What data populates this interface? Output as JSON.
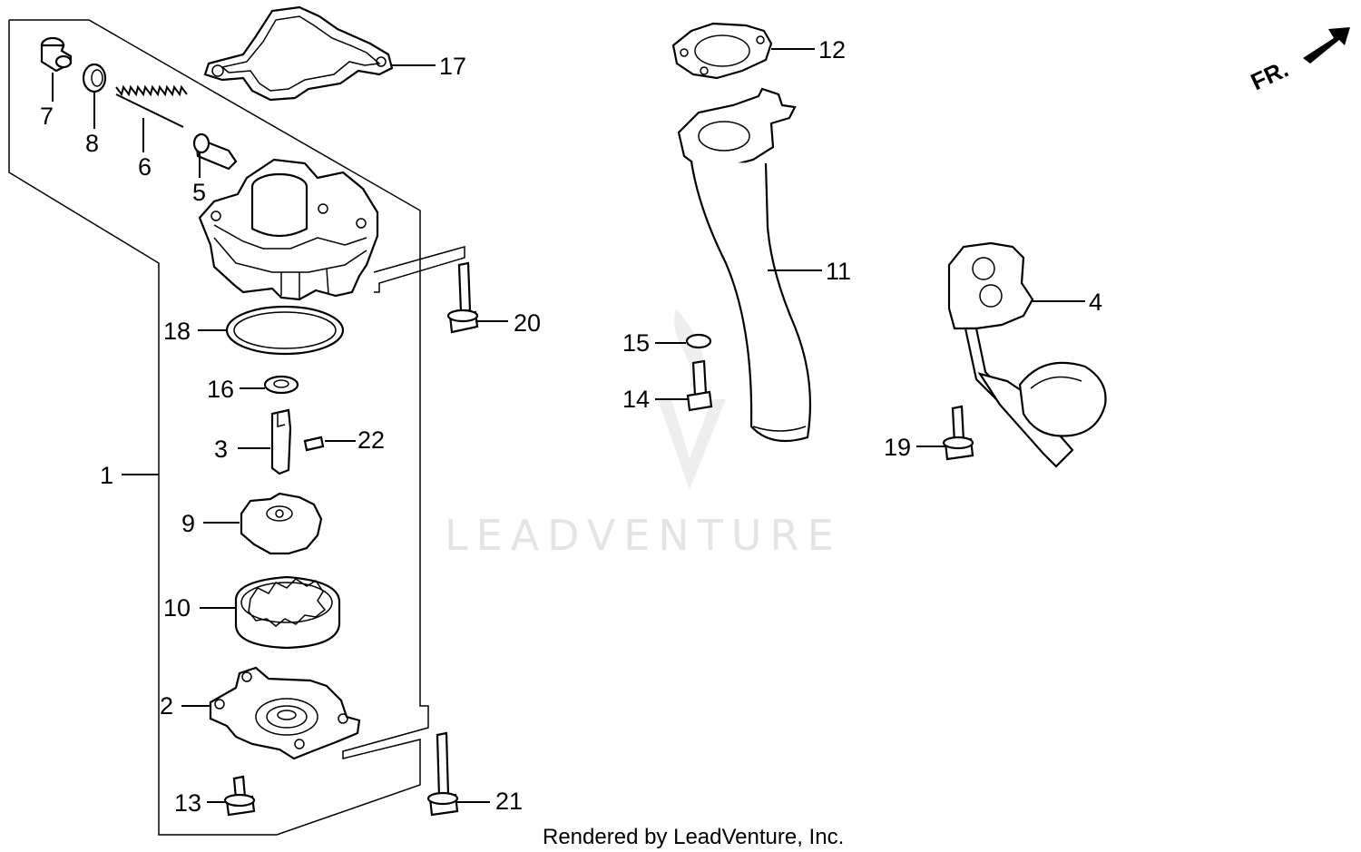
{
  "watermark": "LEADVENTURE",
  "footer": "Rendered by LeadVenture, Inc.",
  "direction_indicator": "FR.",
  "callouts": [
    {
      "id": "c1",
      "label": "1"
    },
    {
      "id": "c2",
      "label": "2"
    },
    {
      "id": "c3",
      "label": "3"
    },
    {
      "id": "c4",
      "label": "4"
    },
    {
      "id": "c5",
      "label": "5"
    },
    {
      "id": "c6",
      "label": "6"
    },
    {
      "id": "c7",
      "label": "7"
    },
    {
      "id": "c8",
      "label": "8"
    },
    {
      "id": "c9",
      "label": "9"
    },
    {
      "id": "c10",
      "label": "10"
    },
    {
      "id": "c11",
      "label": "11"
    },
    {
      "id": "c12",
      "label": "12"
    },
    {
      "id": "c13",
      "label": "13"
    },
    {
      "id": "c14",
      "label": "14"
    },
    {
      "id": "c15",
      "label": "15"
    },
    {
      "id": "c16",
      "label": "16"
    },
    {
      "id": "c17",
      "label": "17"
    },
    {
      "id": "c18",
      "label": "18"
    },
    {
      "id": "c19",
      "label": "19"
    },
    {
      "id": "c20",
      "label": "20"
    },
    {
      "id": "c21",
      "label": "21"
    },
    {
      "id": "c22",
      "label": "22"
    }
  ]
}
